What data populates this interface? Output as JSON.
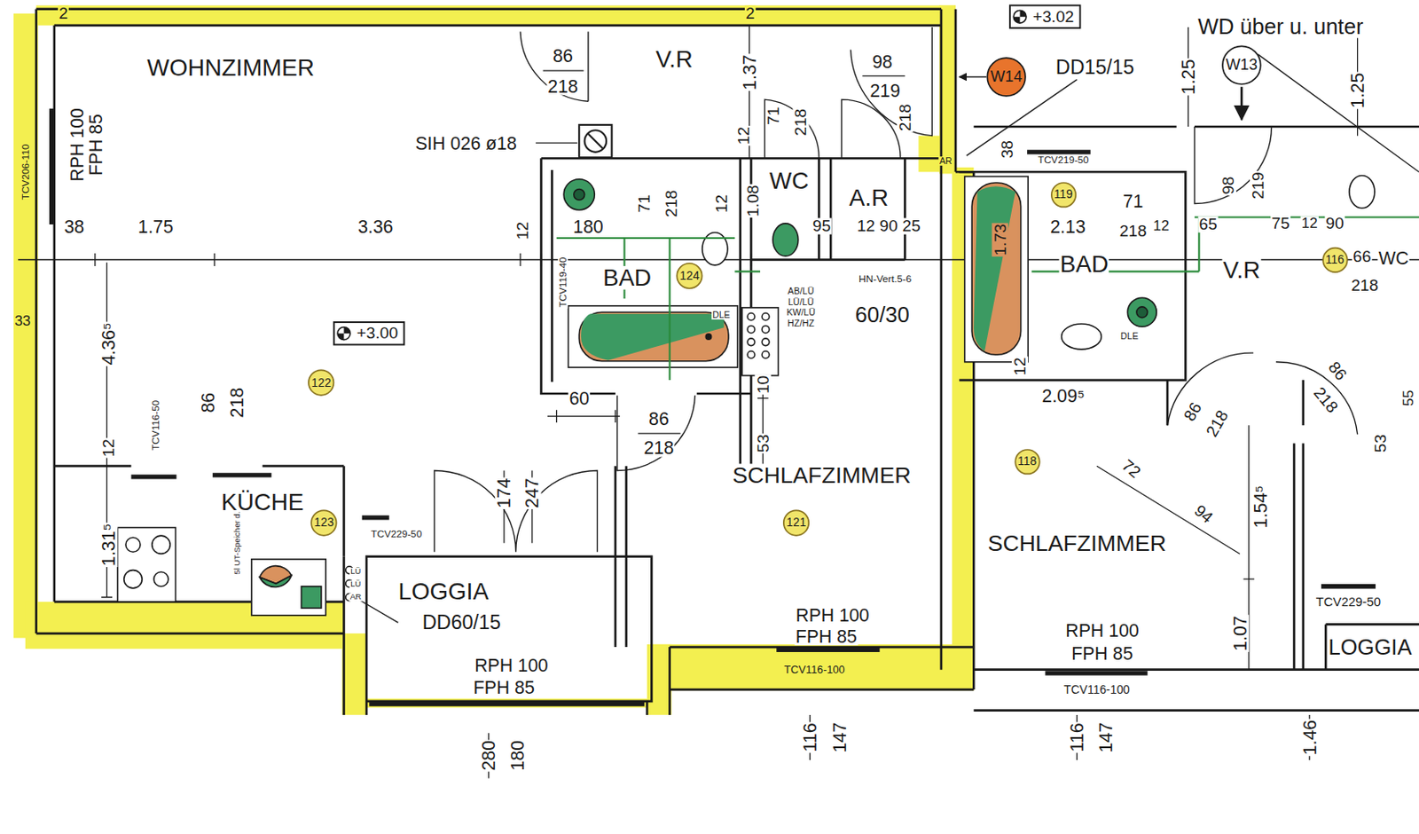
{
  "diagram": {
    "nodes": [
      {
        "text": [
          "+3.02"
        ]
      },
      {
        "text": [
          "W14"
        ]
      },
      {
        "text": [
          "W13"
        ]
      },
      {
        "text": [
          "119"
        ]
      },
      {
        "text": [
          "116"
        ]
      },
      {
        "text": [
          "124"
        ]
      },
      {
        "text": [
          "+3.00"
        ]
      },
      {
        "text": [
          "122"
        ]
      },
      {
        "text": [
          "118"
        ]
      },
      {
        "text": [
          "123"
        ]
      },
      {
        "text": [
          "121"
        ]
      }
    ],
    "labels": [
      "2",
      "2",
      "WOHNZIMMER",
      "86",
      "218",
      "V.R",
      "1.37",
      "98",
      "219",
      "218",
      "WD über u. unter",
      "DD15/15",
      "1.25",
      "1.25",
      "SIH 026 ø18",
      "12",
      "71",
      "218",
      "AR",
      "38",
      "TCV219-50",
      "2.13",
      "71",
      "218",
      "12",
      "65",
      "98",
      "219",
      "75",
      "12",
      "90",
      "66",
      "WC",
      "218",
      "BAD",
      "V.R",
      "1.73",
      "DLE",
      "12",
      "2.09⁵",
      "86",
      "218",
      "86",
      "218",
      "53",
      "55",
      "SCHLAFZIMMER",
      "72",
      "94",
      "1.54⁵",
      "TCV229-50",
      "LOGGIA",
      "1.07",
      "1.46",
      "RPH 100",
      "FPH 85",
      "TCV116-100",
      "116",
      "147",
      "TCV206-110",
      "RPH 100",
      "FPH 85",
      "38",
      "1.75",
      "3.36",
      "12",
      "180",
      "71",
      "218",
      "12",
      "1.08",
      "WC",
      "A.R",
      "95",
      "12 90 25",
      "TCV119-40",
      "BAD",
      "DLE",
      "HN-Vert.5-6",
      "60/30",
      "AB/LÜ",
      "LÜ/LÜ",
      "KW/LÜ",
      "HZ/HZ",
      "33",
      "4.36⁵",
      "60",
      "86",
      "218",
      "10",
      "53",
      "TCV116-50",
      "86",
      "218",
      "12",
      "174",
      "247",
      "SCHLAFZIMMER",
      "KÜCHE",
      "TCV229-50",
      "1.31⁵",
      "5l UT-Speicher d.",
      "LÜ",
      "LÜ",
      "AR",
      "LOGGIA",
      "DD60/15",
      "RPH 100",
      "FPH 85",
      "280",
      "180",
      "RPH 100",
      "FPH 85",
      "TCV116-100",
      "116",
      "147"
    ]
  }
}
